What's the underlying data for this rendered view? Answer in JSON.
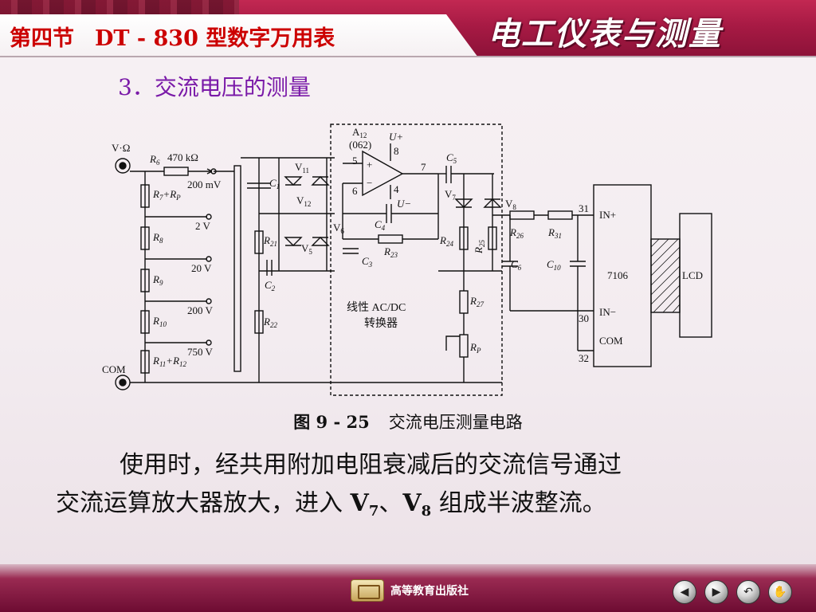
{
  "header": {
    "section": "第四节",
    "topic": "DT - 830 型数字万用表",
    "brand": "电工仪表与测量"
  },
  "heading": "3．交流电压的测量",
  "figure": {
    "number": "图 9 - 25",
    "title": "交流电压测量电路",
    "labels": {
      "input_v": "V·Ω",
      "com": "COM",
      "r6": "R",
      "r6_sub": "6",
      "r6_value": "470 kΩ",
      "range_200mv": "200 mV",
      "range_2v": "2 V",
      "range_20v": "20 V",
      "range_200v": "200 V",
      "range_750v": "750 V",
      "r7rp": "R",
      "r7rp_sub": "7",
      "r7rp_plus": "+R",
      "r7rp_sub2": "P",
      "r8": "R",
      "r8_sub": "8",
      "r9": "R",
      "r9_sub": "9",
      "r10": "R",
      "r10_sub": "10",
      "r11r12": "R",
      "r11r12_sub": "11",
      "r11r12_plus": "+R",
      "r11r12_sub2": "12",
      "c1": "C",
      "c1_sub": "1",
      "c2": "C",
      "c2_sub": "2",
      "c3": "C",
      "c3_sub": "3",
      "c4": "C",
      "c4_sub": "4",
      "c5": "C",
      "c5_sub": "5",
      "c6": "C",
      "c6_sub": "6",
      "c10": "C",
      "c10_sub": "10",
      "r21": "R",
      "r21_sub": "21",
      "r22": "R",
      "r22_sub": "22",
      "r23": "R",
      "r23_sub": "23",
      "r24": "R",
      "r24_sub": "24",
      "r25": "R",
      "r25_sub": "25",
      "r26": "R",
      "r26_sub": "26",
      "r27": "R",
      "r27_sub": "27",
      "r31": "R",
      "r31_sub": "31",
      "rp": "R",
      "rp_sub": "P",
      "v5": "V",
      "v5_sub": "5",
      "v6": "V",
      "v6_sub": "6",
      "v7": "V",
      "v7_sub": "7",
      "v8": "V",
      "v8_sub": "8",
      "v11": "V",
      "v11_sub": "11",
      "v12": "V",
      "v12_sub": "12",
      "a12": "A",
      "a12_sub": "12",
      "a12_model": "(062)",
      "uplus": "U+",
      "uminus": "U−",
      "pin5": "5",
      "pin6": "6",
      "pin7": "7",
      "pin8": "8",
      "pin4": "4",
      "op_plus": "+",
      "op_minus": "−",
      "conv_line1": "线性 AC/DC",
      "conv_line2": "转换器",
      "pin31": "31",
      "pin30": "30",
      "pin32": "32",
      "in_plus": "IN+",
      "in_minus": "IN−",
      "com_pin": "COM",
      "chip": "7106",
      "lcd": "LCD"
    }
  },
  "paragraph": {
    "line1": "使用时，经共用附加电阻衰减后的交流信号通过",
    "line2_pre": "交流运算放大器放大，进入 ",
    "v7": "V",
    "v7_sub": "7",
    "sep": "、",
    "v8": "V",
    "v8_sub": "8",
    "line2_post": " 组成半波整流。"
  },
  "footer": {
    "publisher": "高等教育出版社",
    "nav": [
      "prev",
      "next",
      "return",
      "end"
    ]
  },
  "colors": {
    "header_red": "#a71a44",
    "section_red": "#cc0000",
    "heading_purple": "#7a1aa8"
  }
}
